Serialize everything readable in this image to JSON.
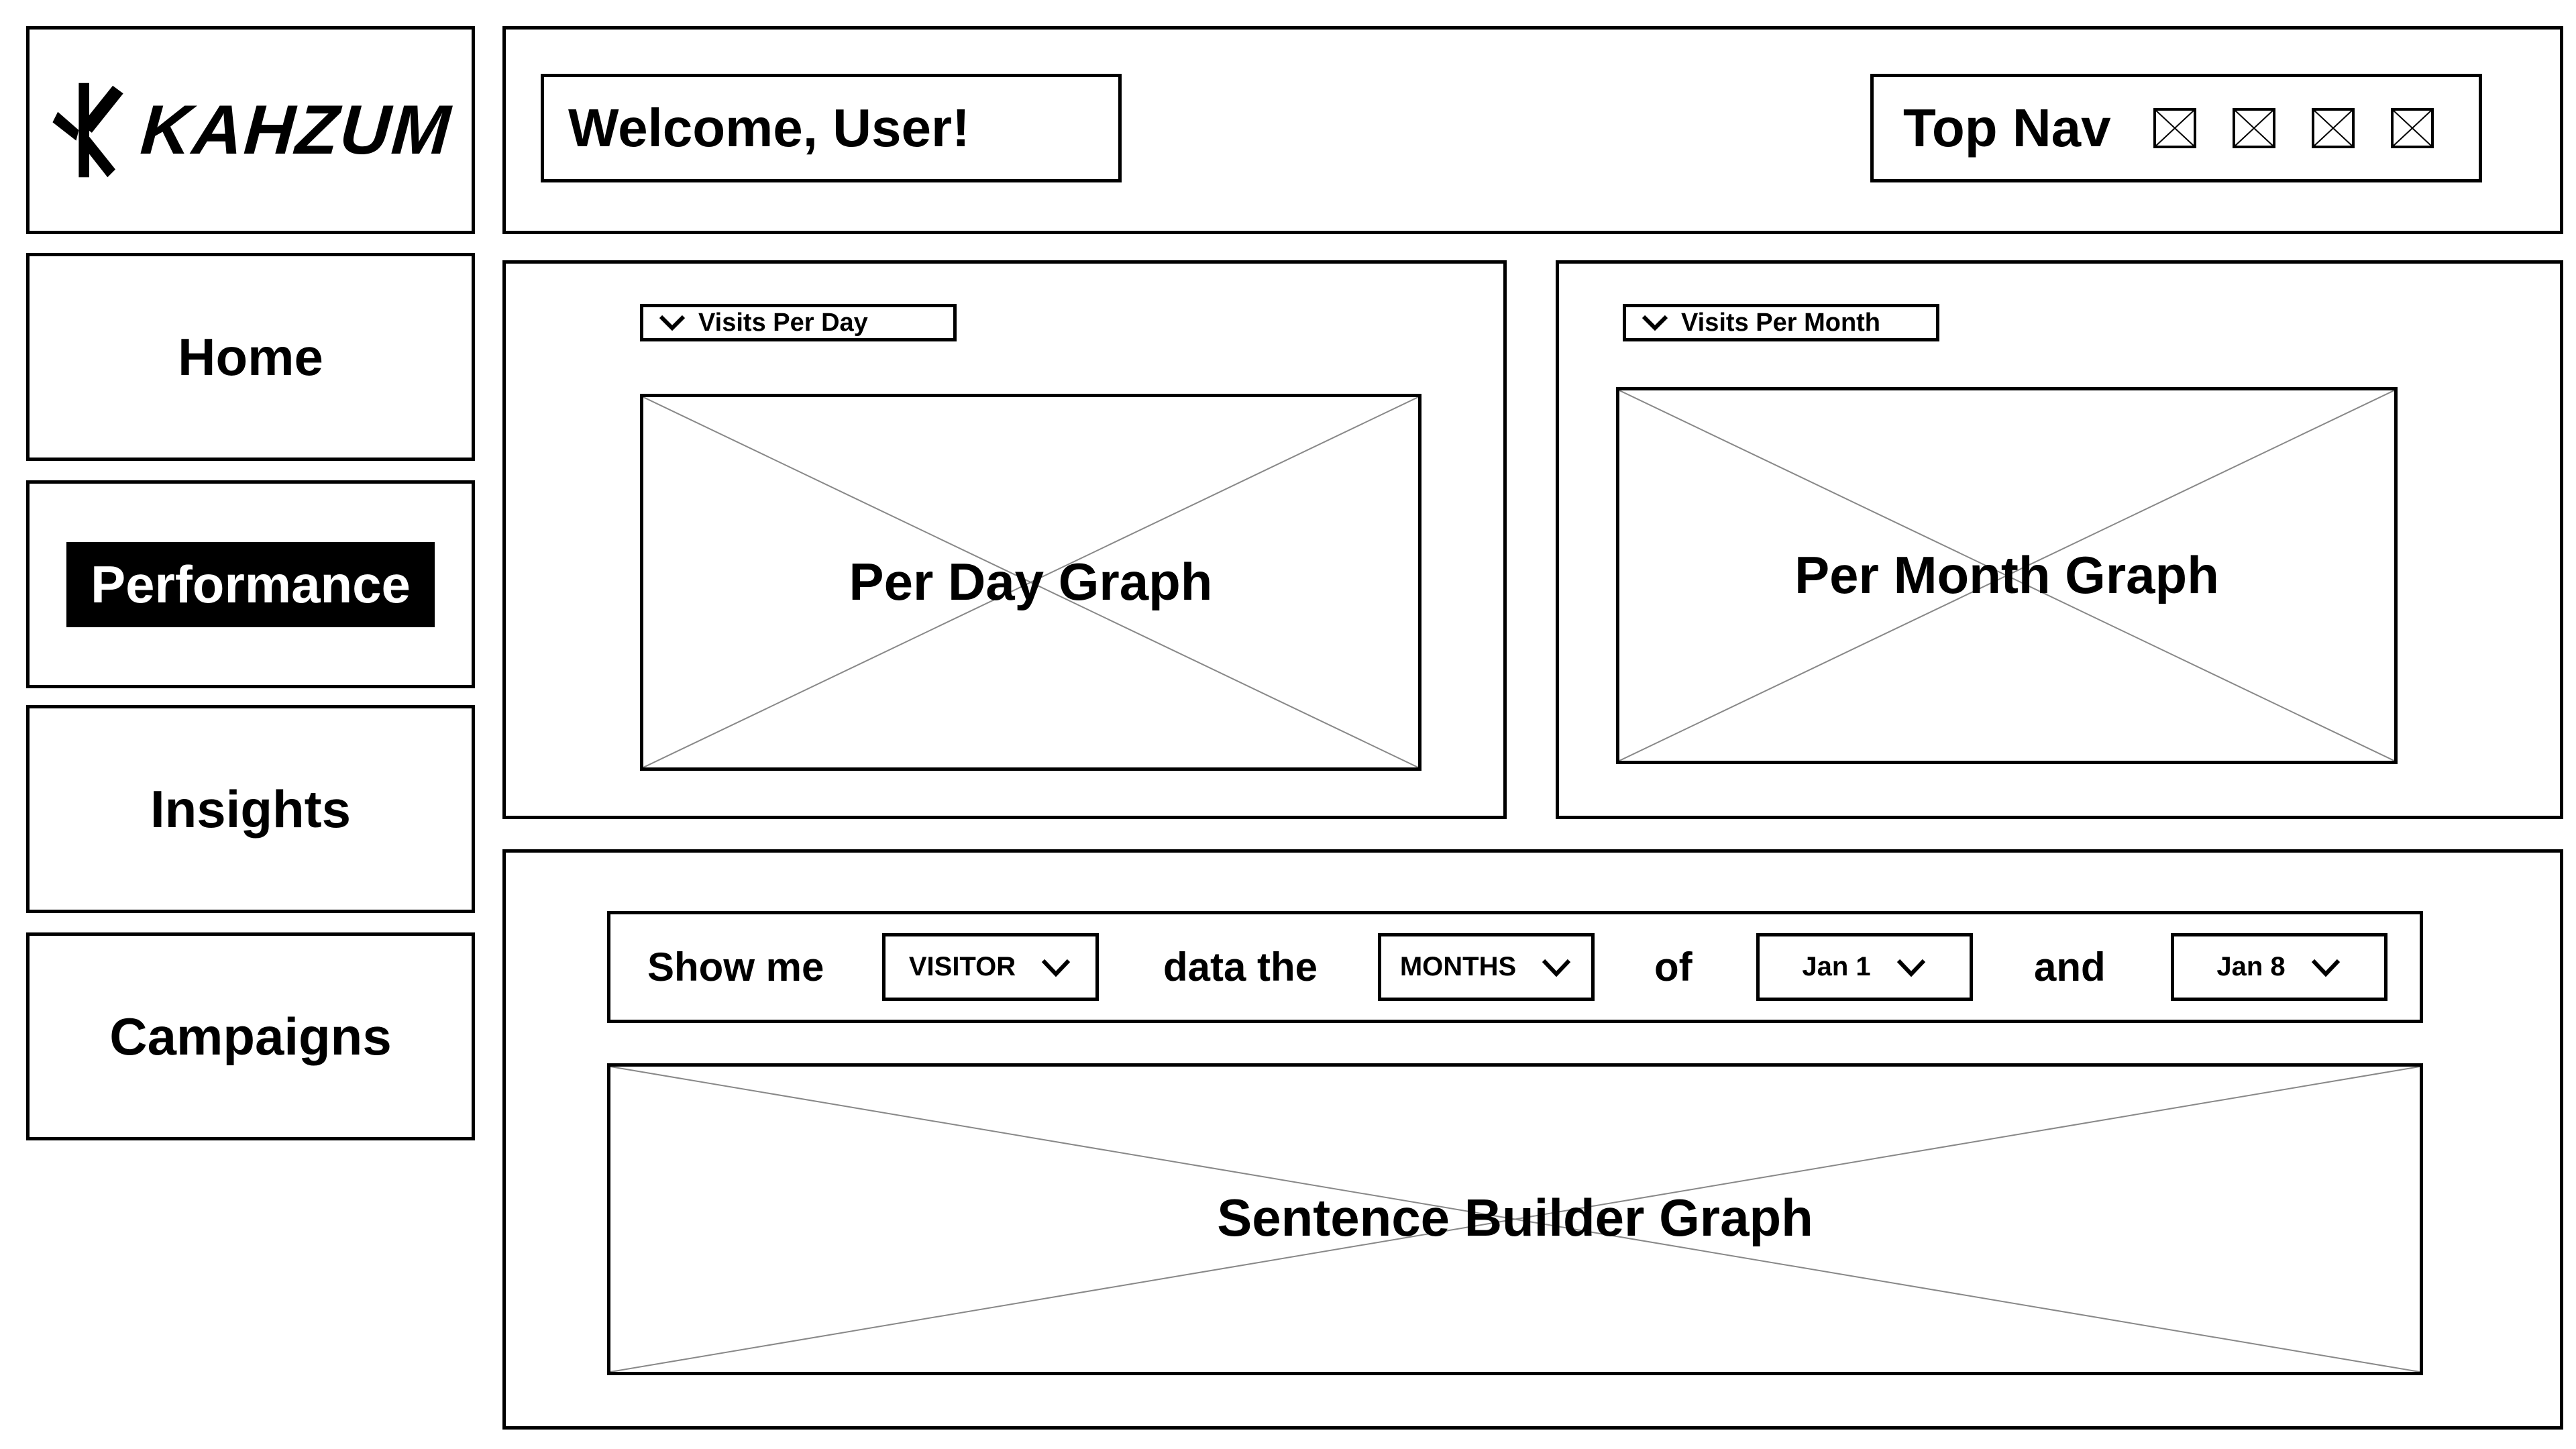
{
  "brand": {
    "name": "KAHZUM",
    "icon": "kahzum-logo-icon"
  },
  "sidebar": {
    "items": [
      {
        "label": "Home",
        "active": false
      },
      {
        "label": "Performance",
        "active": true
      },
      {
        "label": "Insights",
        "active": false
      },
      {
        "label": "Campaigns",
        "active": false
      }
    ]
  },
  "header": {
    "welcome": "Welcome, User!",
    "top_nav_label": "Top Nav",
    "top_nav_icons": [
      "placeholder-icon",
      "placeholder-icon",
      "placeholder-icon",
      "placeholder-icon"
    ]
  },
  "panels": {
    "per_day": {
      "dropdown": "Visits Per Day",
      "graph_label": "Per Day Graph"
    },
    "per_month": {
      "dropdown": "Visits Per Month",
      "graph_label": "Per Month Graph"
    }
  },
  "sentence_builder": {
    "words": [
      "Show me",
      "data the",
      "of",
      "and"
    ],
    "selects": [
      "VISITOR",
      "MONTHS",
      "Jan 1",
      "Jan 8"
    ],
    "graph_label": "Sentence Builder Graph"
  },
  "colors": {
    "stroke": "#000000",
    "background": "#ffffff",
    "placeholder_line": "#888888"
  }
}
